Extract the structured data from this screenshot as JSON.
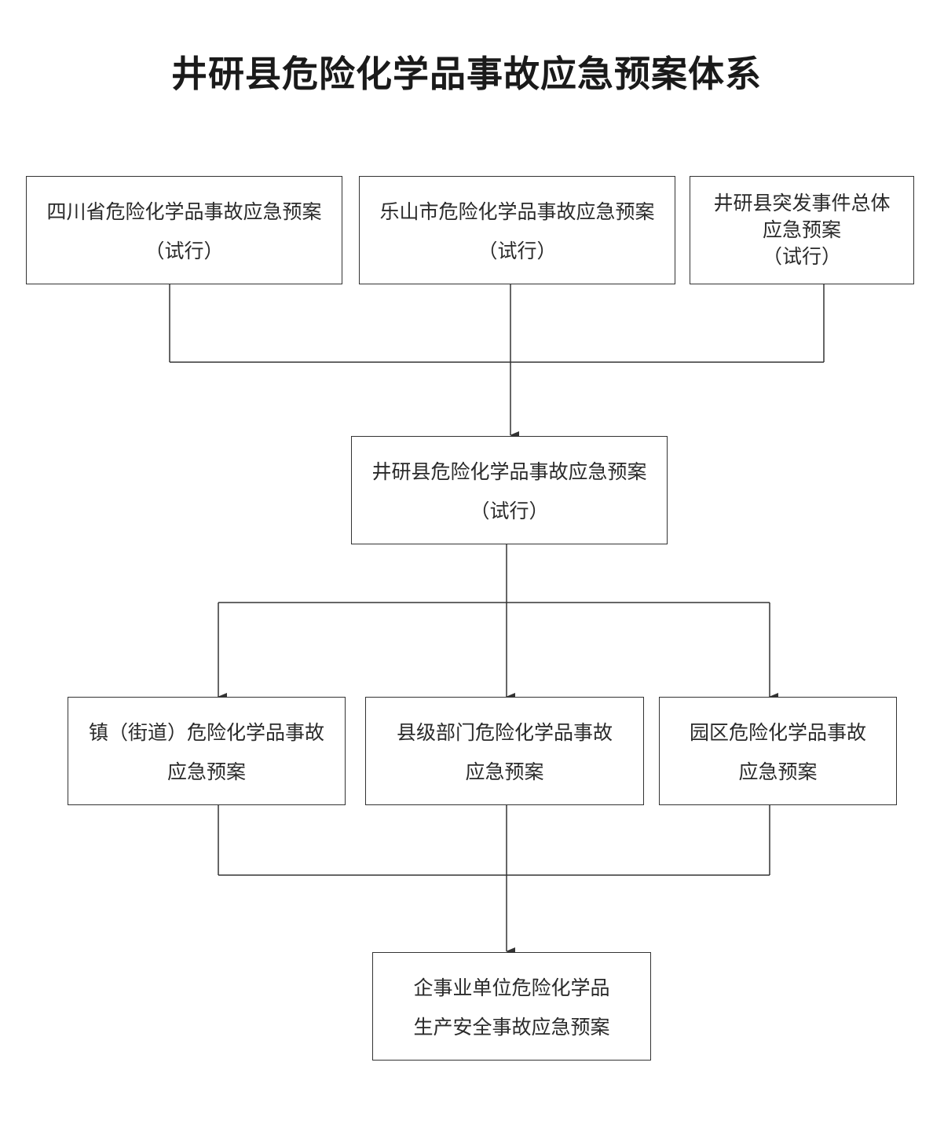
{
  "title": "井研县危险化学品事故应急预案体系",
  "nodes": {
    "sichuan": {
      "line1": "四川省危险化学品事故应急预案",
      "line2": "（试行）"
    },
    "leshan": {
      "line1": "乐山市危险化学品事故应急预案",
      "line2": "（试行）"
    },
    "county_general": {
      "line1": "井研县突发事件总体",
      "line2": "应急预案",
      "line3": "（试行）"
    },
    "county_hazchem": {
      "line1": "井研县危险化学品事故应急预案",
      "line2": "（试行）"
    },
    "town": {
      "line1": "镇（街道）危险化学品事故",
      "line2": "应急预案"
    },
    "department": {
      "line1": "县级部门危险化学品事故",
      "line2": "应急预案"
    },
    "park": {
      "line1": "园区危险化学品事故",
      "line2": "应急预案"
    },
    "enterprise": {
      "line1": "企事业单位危险化学品",
      "line2": "生产安全事故应急预案"
    }
  }
}
